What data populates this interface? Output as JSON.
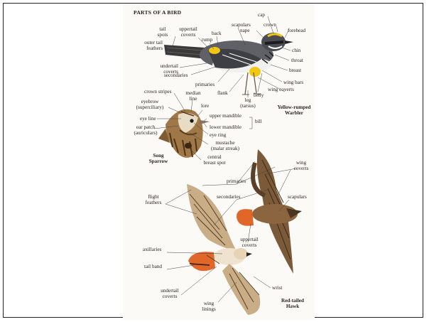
{
  "page": {
    "title": "PARTS OF A BIRD"
  },
  "warbler": {
    "name_line1": "Yellow-rumped",
    "name_line2": "Warbler",
    "labels": {
      "cap": "cap",
      "crown": "crown",
      "forehead": "forehead",
      "scapulars": "scapulars",
      "nape": "nape",
      "tail_spots_1": "tail",
      "tail_spots_2": "spots",
      "uppertail_coverts_1": "uppertail",
      "uppertail_coverts_2": "coverts",
      "back": "back",
      "rump": "rump",
      "outer_tail_1": "outer tail",
      "outer_tail_2": "feathers",
      "chin": "chin",
      "throat": "throat",
      "undertail_1": "undertail",
      "undertail_2": "coverts",
      "breast": "breast",
      "secondaries": "secondaries",
      "wing_bars": "wing bars",
      "primaries": "primaries",
      "flank": "flank",
      "belly": "belly",
      "wing_coverts": "wing coverts",
      "leg_1": "leg",
      "leg_2": "(tarsus)"
    }
  },
  "sparrow": {
    "name_line1": "Song",
    "name_line2": "Sparrow",
    "labels": {
      "crown_stripes": "crown stripes",
      "median_1": "median",
      "median_2": "line",
      "eyebrow_1": "eyebrow",
      "eyebrow_2": "(superciliary)",
      "lore": "lore",
      "eye_line": "eye line",
      "upper_mandible": "upper mandible",
      "bill": "bill",
      "lower_mandible": "lower mandible",
      "ear_patch_1": "ear patch",
      "ear_patch_2": "(auriculars)",
      "eye_ring": "eye ring",
      "mustache_1": "mustache",
      "mustache_2": "(malar streak)",
      "central_1": "central",
      "central_2": "breast spot"
    }
  },
  "hawk": {
    "name_line1": "Red-tailed",
    "name_line2": "Hawk",
    "labels": {
      "wing_coverts_1": "wing",
      "wing_coverts_2": "coverts",
      "primaries": "primaries",
      "flight_1": "flight",
      "flight_2": "feathers",
      "secondaries": "secondaries",
      "scapulars": "scapulars",
      "uppertail_1": "uppertail",
      "uppertail_2": "coverts",
      "axillaries": "axillaries",
      "tail_band": "tail band",
      "wrist": "wrist",
      "undertail_1": "undertail",
      "undertail_2": "coverts",
      "wing_linings_1": "wing",
      "wing_linings_2": "linings"
    }
  },
  "colors": {
    "warbler_yellow": "#f2c713",
    "hawk_tail": "#e0662a",
    "plumage_brown": "#7a5a38"
  }
}
